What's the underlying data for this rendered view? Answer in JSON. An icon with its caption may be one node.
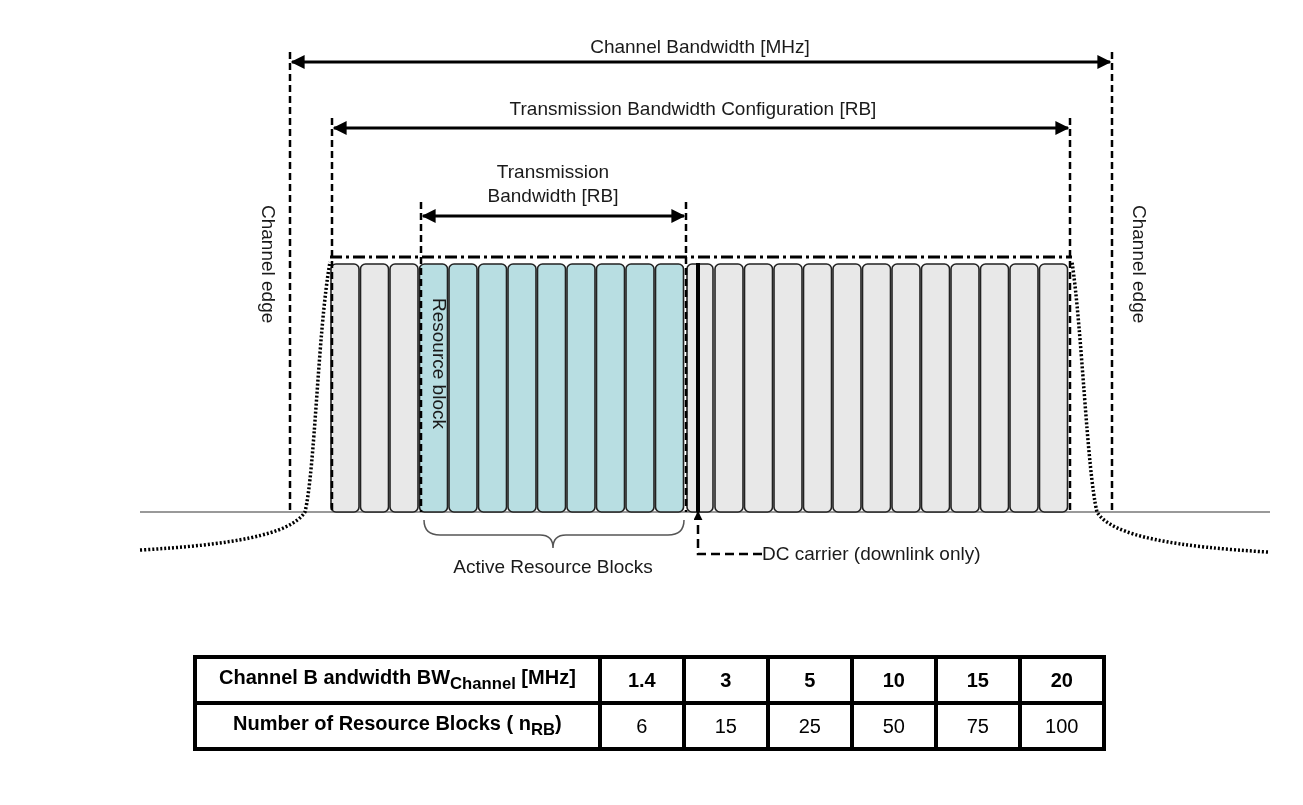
{
  "diagram": {
    "nodes": [
      {
        "text": [
          "DC carrier (downlink only)"
        ]
      },
      {
        "text": [],
        "shape": "bar"
      }
    ],
    "edges": [
      {
        "from": 0,
        "to": 1,
        "arrow": "to",
        "style": "dashed"
      }
    ],
    "labels": [
      "Channel Bandwidth [MHz]",
      "Transmission Bandwidth Configuration [RB]",
      "Transmission Bandwidth [RB]",
      "Channel edge",
      "Channel edge",
      "Resource block",
      "Active Resource Blocks",
      "Channel B andwidth  BW$_{Channel}$ [MHz]",
      "1.4",
      "3",
      "5",
      "10",
      "15",
      "20",
      "Number of Resource Blocks ( n$_{RB}$)",
      "6",
      "15",
      "25",
      "50",
      "75",
      "100"
    ]
  }
}
